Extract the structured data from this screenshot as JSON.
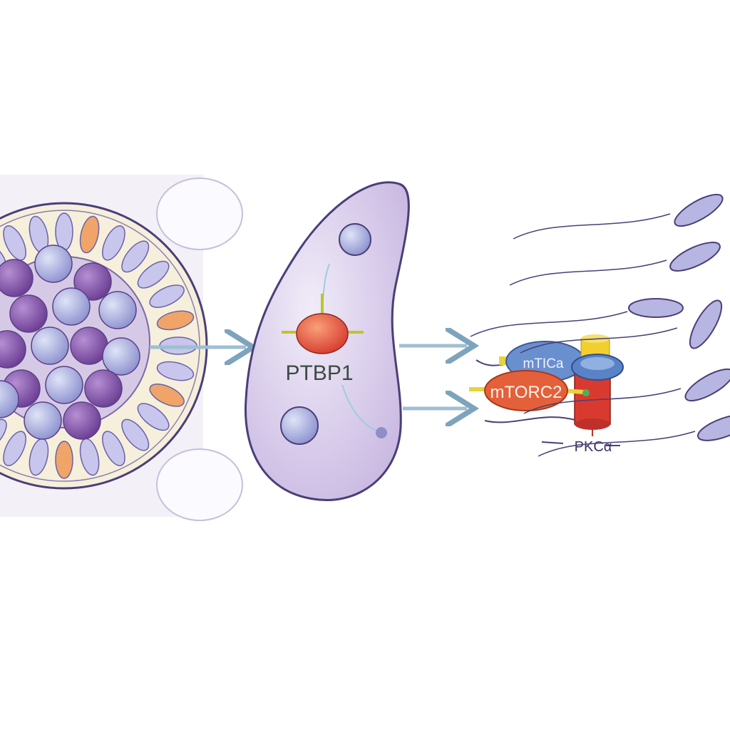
{
  "labels": {
    "ptbp1": "PTBP1",
    "mtorc_top": "mTICa",
    "mtorc2": "mTORC2",
    "pkca": "PKCα"
  },
  "colors": {
    "cell_body": "#d9cdeb",
    "cell_outline": "#4a3f78",
    "arrow": "#9fbfd3",
    "mtorc2": "#e4603a",
    "mtorc_top": "#5f86c8",
    "pkca_cylinder": "#d93a2f",
    "pkca_cap": "#f2cf2e",
    "nucleus_purple": "#7e4fa3"
  }
}
